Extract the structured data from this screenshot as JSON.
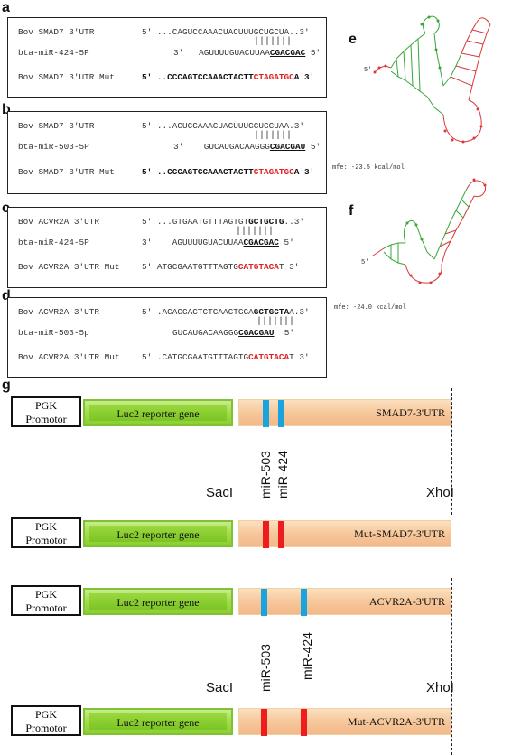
{
  "panels": {
    "a": {
      "label": "a",
      "l1_name": "Bov SMAD7 3'UTR",
      "l1_seq": "5' ...CAGUCCAAACUACUUUGCUGCUA..3'",
      "bars": "|||||||",
      "l2_name": "bta-miR-424-5P",
      "l2_pre": "3'   AGUUUUGUACUUAA",
      "l2_seed": "CGACGAC",
      "l2_post": " 5'",
      "l3_name": "Bov SMAD7 3'UTR Mut",
      "l3_pre": "5' ..CCCAGTCCAAACTACTT",
      "l3_mut": "CTAGATGC",
      "l3_post": "A 3'"
    },
    "b": {
      "label": "b",
      "l1_name": "Bov SMAD7 3'UTR",
      "l1_seq": "5' ...AGUCCAAACUACUUUGCUGCUAA.3'",
      "bars": "|||||||",
      "l2_name": "bta-miR-503-5P",
      "l2_pre": "3'    GUCAUGACAAGGG",
      "l2_seed": "CGACGAU",
      "l2_post": " 5'",
      "l3_name": "Bov SMAD7 3'UTR Mut",
      "l3_pre": "5' ..CCCAGTCCAAACTACTT",
      "l3_mut": "CTAGATGC",
      "l3_post": "A 3'"
    },
    "c": {
      "label": "c",
      "l1_name": "Bov ACVR2A 3'UTR",
      "l1_pre": "5' ...GTGAATGTTTAGTGT",
      "l1_bold": "GCTGCTG",
      "l1_post": "..3'",
      "bars": "|||||||",
      "l2_name": "bta-miR-424-5P",
      "l2_pre": "3'    AGUUUUGUACUUAA",
      "l2_seed": "CGACGAC",
      "l2_post": " 5'",
      "l3_name": "Bov ACVR2A 3'UTR Mut",
      "l3_pre": "5' ATGCGAATGTTTAGTG",
      "l3_mut": "CATGTACA",
      "l3_post": "T 3'"
    },
    "d": {
      "label": "d",
      "l1_name": "Bov ACVR2A 3'UTR",
      "l1_pre": "5' .ACAGGACTCTCAACTGGA",
      "l1_bold": "GCTGCTA",
      "l1_post": "A.3'",
      "bars": "|||||||",
      "l2_name": "bta-miR-503-5p",
      "l2_pre": "GUCAUGACAAGGG",
      "l2_seed": "CGACGAU",
      "l2_post": "  5'",
      "l3_name": "Bov ACVR2A 3'UTR Mut",
      "l3_pre": "5' .CATGCGAATGTTTAGTG",
      "l3_mut": "CATGTACA",
      "l3_post": "T 3'"
    },
    "e": {
      "label": "e",
      "five_prime": "5'",
      "mfe": "mfe: -23.5 kcal/mol"
    },
    "f": {
      "label": "f",
      "five_prime": "5'",
      "mfe": "mfe: -24.0 kcal/mol"
    },
    "g": {
      "label": "g",
      "constructs": [
        {
          "promoter_l1": "PGK",
          "promoter_l2": "Promotor",
          "reporter": "Luc2 reporter gene",
          "utr": "SMAD7-3'UTR"
        },
        {
          "promoter_l1": "PGK",
          "promoter_l2": "Promotor",
          "reporter": "Luc2 reporter gene",
          "utr": "Mut-SMAD7-3'UTR"
        },
        {
          "promoter_l1": "PGK",
          "promoter_l2": "Promotor",
          "reporter": "Luc2 reporter gene",
          "utr": "ACVR2A-3'UTR"
        },
        {
          "promoter_l1": "PGK",
          "promoter_l2": "Promotor",
          "reporter": "Luc2 reporter gene",
          "utr": "Mut-ACVR2A-3'UTR"
        }
      ],
      "enzymes": {
        "left": "SacI",
        "right": "XhoI"
      },
      "mirnas": {
        "m503": "miR-503",
        "m424": "miR-424"
      }
    }
  },
  "colors": {
    "wild_site": "#1aa3dd",
    "mutant_site": "#ee1c1c",
    "mutation_text": "#e02020",
    "stem_green": "#3aa63a",
    "stem_red": "#d83a3a"
  }
}
